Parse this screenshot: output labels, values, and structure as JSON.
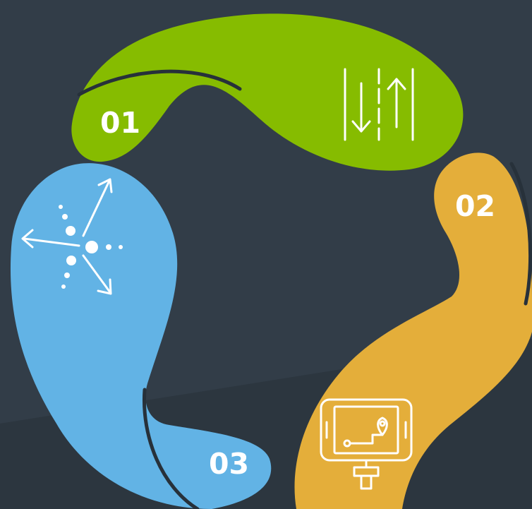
{
  "colors": {
    "background": "#323d48",
    "background_shade": "#2c363f",
    "green": "#86bc00",
    "orange": "#e4ae3a",
    "blue": "#62b3e5",
    "dark_stroke": "#27313a",
    "icon": "#ffffff"
  },
  "steps": [
    {
      "number": "01",
      "color": "green",
      "icon": "two-way-arrows-icon"
    },
    {
      "number": "02",
      "color": "orange",
      "icon": "tablet-map-route-icon"
    },
    {
      "number": "03",
      "color": "blue",
      "icon": "dispersion-arrows-icon"
    }
  ]
}
